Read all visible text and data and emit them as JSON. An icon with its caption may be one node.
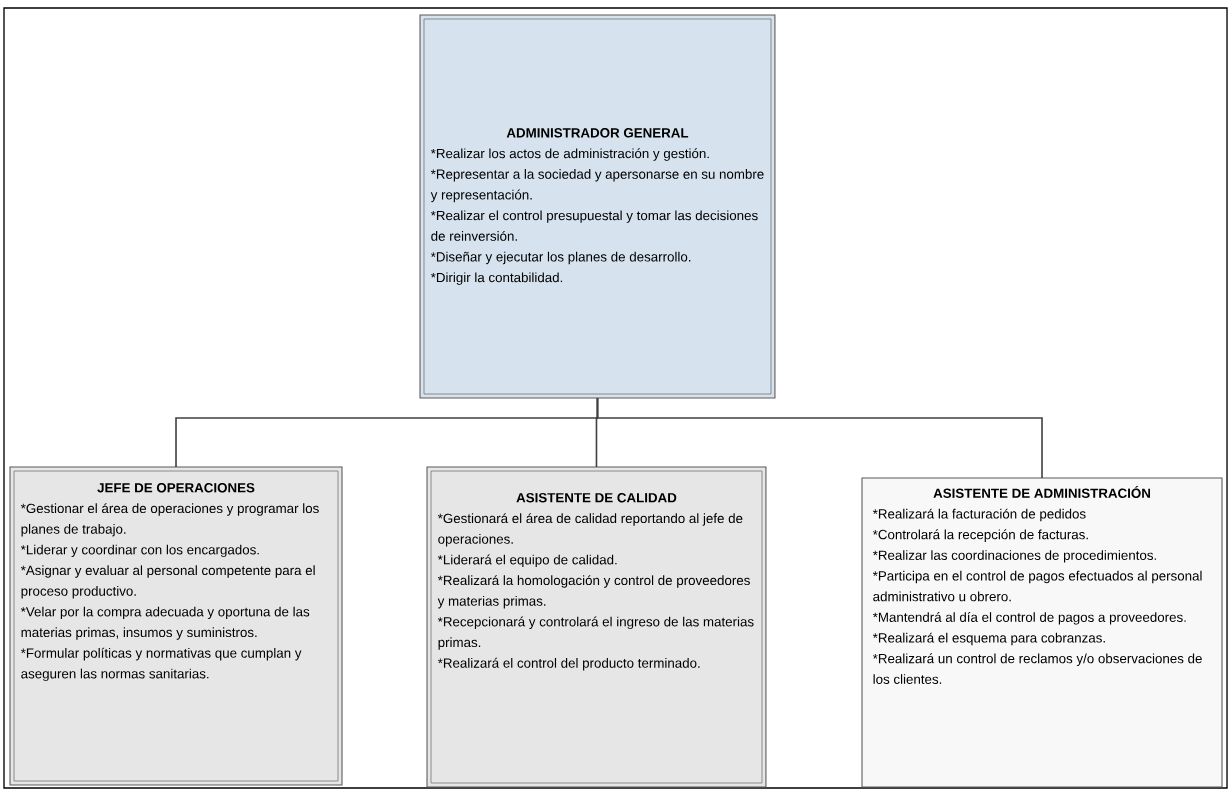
{
  "diagram": {
    "nodes": [
      {
        "text": [
          "ADMINISTRADOR GENERAL",
          "*Realizar los actos de administración y gestión.",
          "*Representar a la sociedad y apersonarse en su nombre y representación.",
          "*Realizar el control presupuestal y tomar las decisiones de reinversión.",
          "*Diseñar y ejecutar los planes de desarrollo.",
          "*Dirigir la contabilidad."
        ]
      },
      {
        "text": [
          "JEFE DE OPERACIONES",
          "*Gestionar el área de operaciones y programar los planes de trabajo.",
          "*Liderar y coordinar con los encargados.",
          "*Asignar y evaluar al personal competente para el proceso productivo.",
          "*Velar por la compra adecuada y oportuna de las materias primas, insumos y suministros.",
          "*Formular políticas y normativas que cumplan y aseguren las normas sanitarias."
        ]
      },
      {
        "text": [
          "ASISTENTE DE CALIDAD",
          "*Gestionará el área de calidad reportando al jefe de operaciones.",
          "*Liderará el equipo de calidad.",
          "*Realizará la homologación y control de proveedores y materias primas.",
          "*Recepcionará y controlará el ingreso de las materias primas.",
          "*Realizará el control del producto terminado."
        ]
      },
      {
        "text": [
          "ASISTENTE DE ADMINISTRACIÓN",
          "*Realizará la facturación de pedidos",
          "*Controlará la recepción de facturas.",
          "*Realizar las coordinaciones de procedimientos.",
          "*Participa en el control de pagos efectuados al personal administrativo u obrero.",
          "*Mantendrá al día el control de pagos a proveedores.",
          "*Realizará el esquema para cobranzas.",
          "*Realizará un control de reclamos y/o observaciones de los clientes."
        ]
      }
    ],
    "edges": [
      {
        "from": 0,
        "to": 1,
        "arrow": "none"
      },
      {
        "from": 0,
        "to": 2,
        "arrow": "none"
      },
      {
        "from": 0,
        "to": 3,
        "arrow": "none"
      }
    ]
  }
}
